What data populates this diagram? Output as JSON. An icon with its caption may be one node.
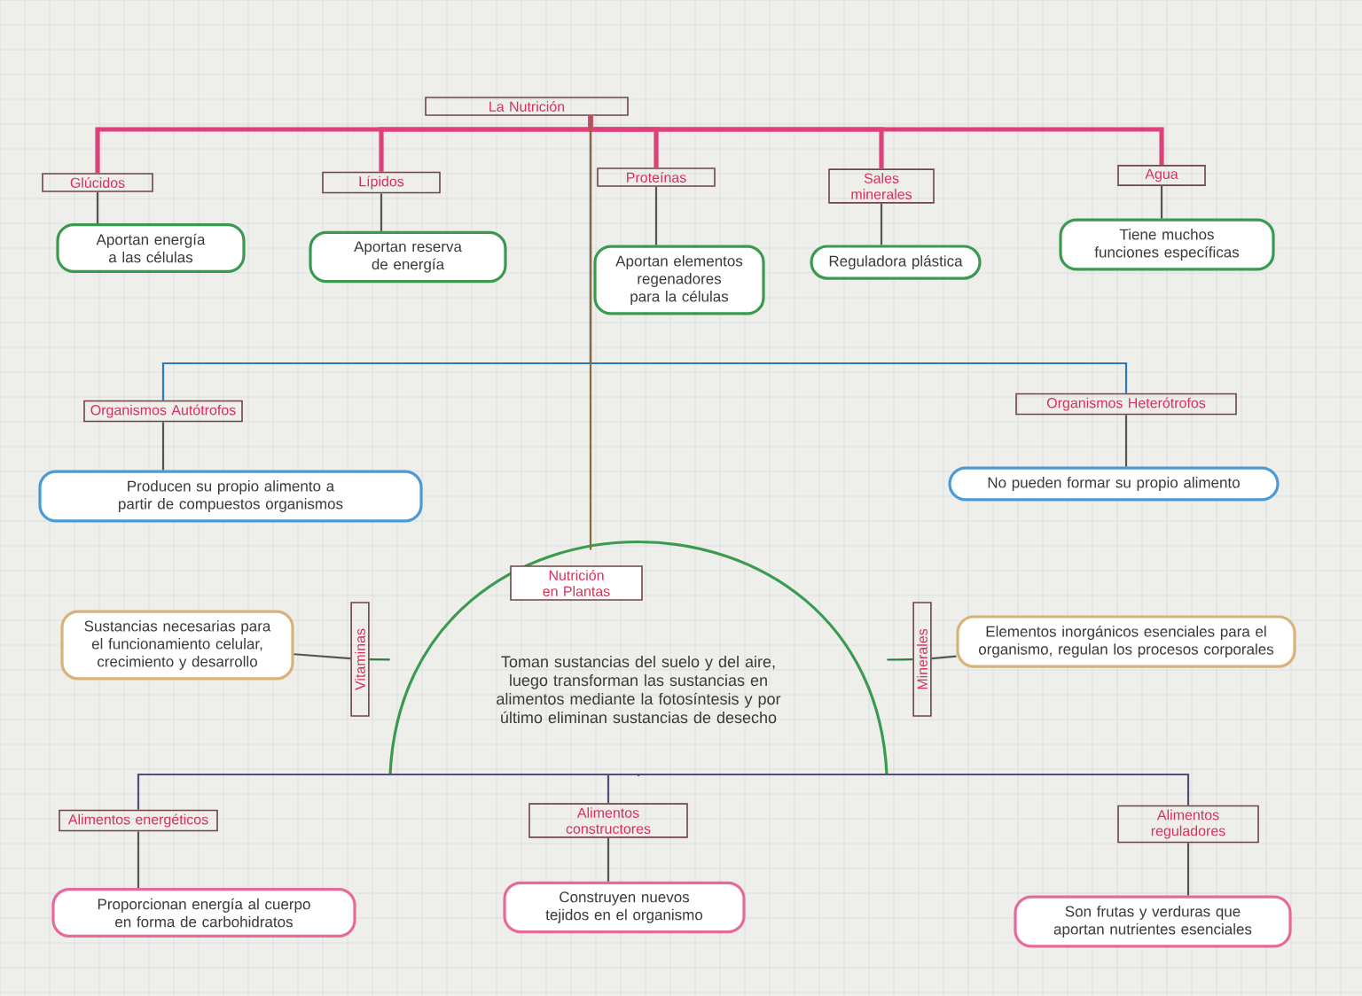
{
  "diagram": {
    "nodes": [
      {
        "text": [
          "La Nutrición"
        ]
      },
      {
        "text": [
          "Glúcidos"
        ]
      },
      {
        "text": [
          "Lípidos"
        ]
      },
      {
        "text": [
          "Proteínas"
        ]
      },
      {
        "text": [
          "Sales minerales"
        ]
      },
      {
        "text": [
          "Agua"
        ]
      },
      {
        "text": [
          "Aportan energía a las células"
        ]
      },
      {
        "text": [
          "Aportan reserva de energía"
        ]
      },
      {
        "text": [
          "Aportan elementos regenadores para la células"
        ]
      },
      {
        "text": [
          "Reguladora plástica"
        ]
      },
      {
        "text": [
          "Tiene muchos funciones específicas"
        ]
      },
      {
        "text": [
          "Organismos Autótrofos"
        ]
      },
      {
        "text": [
          "Organismos Heterótrofos"
        ]
      },
      {
        "text": [
          "Producen su propio alimento a partir de compuestos organismos"
        ]
      },
      {
        "text": [
          "No pueden formar su propio alimento"
        ]
      },
      {
        "text": [
          "Nutrición en Plantas",
          "Toman sustancias del suelo y del aire, luego transforman las sustancias en alimentos mediante la fotosíntesis y por último eliminan sustancias de desecho"
        ]
      },
      {
        "text": [
          "Vitaminas"
        ]
      },
      {
        "text": [
          "Sustancias necesarias para el funcionamiento celular, crecimiento y desarrollo"
        ]
      },
      {
        "text": [
          "Minerales"
        ]
      },
      {
        "text": [
          "Elementos inorgánicos esenciales para el organismo, regulan los procesos corporales"
        ]
      },
      {
        "text": [
          "Alimentos energéticos"
        ]
      },
      {
        "text": [
          "Alimentos constructores"
        ]
      },
      {
        "text": [
          "Alimentos reguladores"
        ]
      },
      {
        "text": [
          "Proporcionan energía al cuerpo en forma de carbohidratos"
        ]
      },
      {
        "text": [
          "Construyen nuevos tejidos en el organismo"
        ]
      },
      {
        "text": [
          "Son frutas y verduras que aportan nutrientes esenciales"
        ]
      }
    ],
    "edges": [
      {
        "from": 0,
        "to": 1,
        "arrow": "none",
        "style": "thick",
        "color": "#e0407a"
      },
      {
        "from": 0,
        "to": 2,
        "arrow": "none",
        "style": "thick",
        "color": "#e0407a"
      },
      {
        "from": 0,
        "to": 3,
        "arrow": "none",
        "style": "thick",
        "color": "#e0407a"
      },
      {
        "from": 0,
        "to": 4,
        "arrow": "none",
        "style": "thick",
        "color": "#e0407a"
      },
      {
        "from": 0,
        "to": 5,
        "arrow": "none",
        "style": "thick",
        "color": "#e0407a"
      },
      {
        "from": 1,
        "to": 6,
        "arrow": "none"
      },
      {
        "from": 2,
        "to": 7,
        "arrow": "none"
      },
      {
        "from": 3,
        "to": 8,
        "arrow": "none"
      },
      {
        "from": 4,
        "to": 9,
        "arrow": "none"
      },
      {
        "from": 5,
        "to": 10,
        "arrow": "none"
      },
      {
        "from": 0,
        "to": 11,
        "arrow": "none",
        "color": "#2a7ac0"
      },
      {
        "from": 0,
        "to": 12,
        "arrow": "none",
        "color": "#2a7ac0"
      },
      {
        "from": 0,
        "to": 15,
        "arrow": "none",
        "color": "#8a6a3a"
      },
      {
        "from": 11,
        "to": 13,
        "arrow": "none"
      },
      {
        "from": 12,
        "to": 14,
        "arrow": "none"
      },
      {
        "from": 15,
        "to": 16,
        "arrow": "none",
        "color": "#2f7a40"
      },
      {
        "from": 16,
        "to": 17,
        "arrow": "none"
      },
      {
        "from": 15,
        "to": 18,
        "arrow": "none",
        "color": "#2f7a40"
      },
      {
        "from": 18,
        "to": 19,
        "arrow": "none"
      },
      {
        "from": 15,
        "to": 20,
        "arrow": "none",
        "color": "#5a4a7a"
      },
      {
        "from": 15,
        "to": 21,
        "arrow": "none",
        "color": "#5a4a7a"
      },
      {
        "from": 15,
        "to": 22,
        "arrow": "none",
        "color": "#5a4a7a"
      },
      {
        "from": 20,
        "to": 23,
        "arrow": "none"
      },
      {
        "from": 21,
        "to": 24,
        "arrow": "none"
      },
      {
        "from": 22,
        "to": 25,
        "arrow": "none"
      }
    ]
  }
}
